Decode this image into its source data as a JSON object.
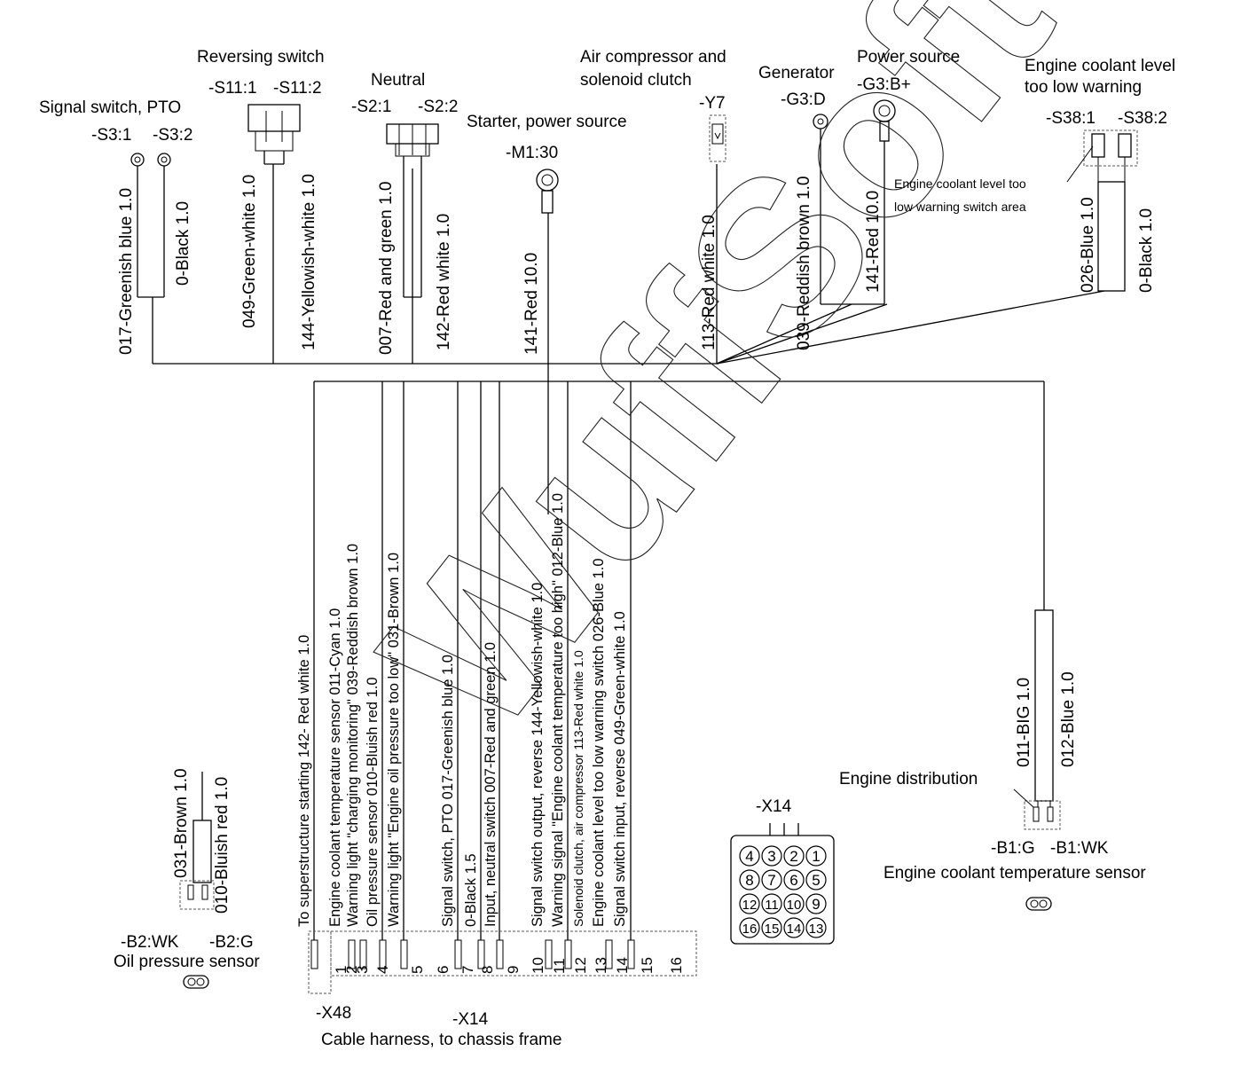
{
  "components": {
    "signal_switch_pto": {
      "title": "Signal switch, PTO",
      "pin1": "-S3:1",
      "pin2": "-S3:2"
    },
    "reversing_switch": {
      "title": "Reversing switch",
      "pin1": "-S11:1",
      "pin2": "-S11:2"
    },
    "neutral": {
      "title": "Neutral",
      "pin1": "-S2:1",
      "pin2": "-S2:2"
    },
    "starter": {
      "title": "Starter, power source",
      "pin": "-M1:30"
    },
    "air_compressor": {
      "title_line1": "Air compressor and",
      "title_line2": "solenoid clutch",
      "pin": "-Y7"
    },
    "generator": {
      "title": "Generator",
      "pin": "-G3:D"
    },
    "power_source": {
      "title": "Power source",
      "pin": "-G3:B+"
    },
    "coolant_level": {
      "title_line1": "Engine coolant level",
      "title_line2": "too low warning",
      "pin1": "-S38:1",
      "pin2": "-S38:2",
      "area_line1": "Engine coolant level too",
      "area_line2": "low warning switch area"
    },
    "oil_pressure": {
      "title": "Oil pressure sensor",
      "pin1": "-B2:WK",
      "pin2": "-B2:G"
    },
    "coolant_temp": {
      "title": "Engine coolant temperature sensor",
      "distribution": "Engine distribution",
      "pin1": "-B1:G",
      "pin2": "-B1:WK"
    },
    "x14_connector": {
      "label": "-X14",
      "pins": [
        "4",
        "3",
        "2",
        "1",
        "8",
        "7",
        "6",
        "5",
        "12",
        "11",
        "10",
        "9",
        "16",
        "15",
        "14",
        "13"
      ]
    },
    "harness": {
      "x48": "-X48",
      "x14": "-X14",
      "caption": "Cable harness, to chassis frame",
      "pin_numbers": [
        "1",
        "2",
        "3",
        "4",
        "5",
        "6",
        "7",
        "8",
        "9",
        "10",
        "11",
        "12",
        "13",
        "14",
        "15",
        "16"
      ]
    }
  },
  "wires_top": [
    "017-Greenish blue 1.0",
    "0-Black 1.0",
    "049-Green-white 1.0",
    "144-Yellowish-white 1.0",
    "007-Red and green 1.0",
    "142-Red white 1.0",
    "141-Red 10.0",
    "113-Red white 1.0",
    "039-Reddish brown 1.0",
    "141-Red 10.0",
    "026-Blue 1.0",
    "0-Black 1.0"
  ],
  "wires_harness": [
    "To superstructure starting 142- Red white  1.0",
    "Engine coolant temperature sensor 011-Cyan 1.0",
    "Warning light \"charging monitoring\" 039-Reddish brown 1.0",
    "Oil pressure sensor 010-Bluish red 1.0",
    "Warning light \"Engine oil pressure too low\" 031-Brown 1.0",
    "Signal switch, PTO 017-Greenish blue 1.0",
    "0-Black 1.5",
    "Input, neutral switch 007-Red and green 1.0",
    "Signal switch output, reverse 144-Yellowish-white 1.0",
    "Warning signal \"Engine coolant temperature too high\" 012-Blue 1.0",
    "Solenoid clutch, air compressor 113-Red white  1.0",
    "Engine coolant level too low warning switch 026-Blue 1.0",
    "Signal switch input, reverse 049-Green-white 1.0"
  ],
  "wires_sensors": {
    "oil_brown": "031-Brown 1.0",
    "oil_bluish": "010-Bluish red 1.0",
    "temp_big": "011-BIG 1.0",
    "temp_blue": "012-Blue 1.0"
  },
  "watermark": "WuffSoft"
}
